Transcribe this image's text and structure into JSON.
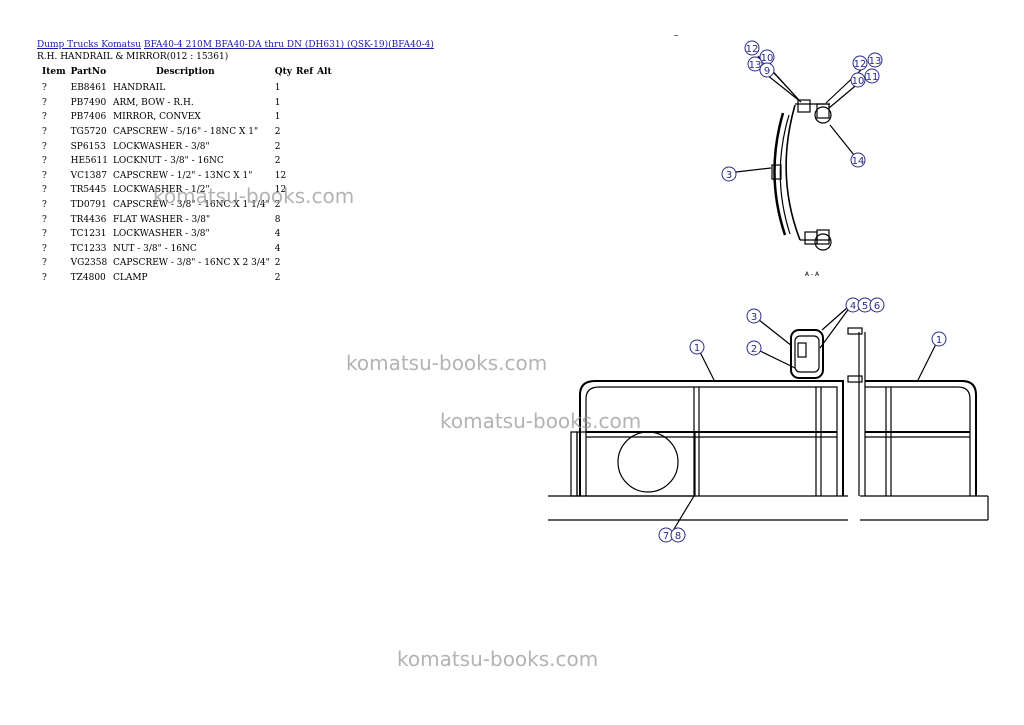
{
  "breadcrumb": {
    "link1": "Dump Trucks Komatsu",
    "link2": "BFA40-4 210M BFA40-DA thru DN (DH631) (QSK-19)(BFA40-4)"
  },
  "subtitle": "R.H. HANDRAIL & MIRROR(012 : 15361)",
  "dash": "–",
  "table": {
    "headers": [
      "Item",
      "PartNo",
      "Description",
      "Qty",
      "Ref",
      "Alt"
    ],
    "rows": [
      {
        "item": "?",
        "part": "EB8461",
        "desc": "HANDRAIL",
        "qty": "1"
      },
      {
        "item": "?",
        "part": "PB7490",
        "desc": "ARM, BOW - R.H.",
        "qty": "1"
      },
      {
        "item": "?",
        "part": "PB7406",
        "desc": "MIRROR, CONVEX",
        "qty": "1"
      },
      {
        "item": "?",
        "part": "TG5720",
        "desc": "CAPSCREW - 5/16\" - 18NC X 1\"",
        "qty": "2"
      },
      {
        "item": "?",
        "part": "SP6153",
        "desc": "LOCKWASHER - 3/8\"",
        "qty": "2"
      },
      {
        "item": "?",
        "part": "HE5611",
        "desc": "LOCKNUT - 3/8\" - 16NC",
        "qty": "2"
      },
      {
        "item": "?",
        "part": "VC1387",
        "desc": "CAPSCREW - 1/2\" - 13NC X 1\"",
        "qty": "12"
      },
      {
        "item": "?",
        "part": "TR5445",
        "desc": "LOCKWASHER - 1/2\"",
        "qty": "12"
      },
      {
        "item": "?",
        "part": "TD0791",
        "desc": "CAPSCREW - 3/8\" - 16NC X 1 1/4\"",
        "qty": "2"
      },
      {
        "item": "?",
        "part": "TR4436",
        "desc": "FLAT WASHER - 3/8\"",
        "qty": "8"
      },
      {
        "item": "?",
        "part": "TC1231",
        "desc": "LOCKWASHER - 3/8\"",
        "qty": "4"
      },
      {
        "item": "?",
        "part": "TC1233",
        "desc": "NUT - 3/8\" - 16NC",
        "qty": "4"
      },
      {
        "item": "?",
        "part": "VG2358",
        "desc": "CAPSCREW - 3/8\" - 16NC X 2 3/4\"",
        "qty": "2"
      },
      {
        "item": "?",
        "part": "TZ4800",
        "desc": "CLAMP",
        "qty": "2"
      }
    ]
  },
  "watermark": "komatsu-books.com",
  "diagram": {
    "section_label": "A - A",
    "callouts": [
      "12",
      "10",
      "13",
      "9",
      "12",
      "13",
      "10",
      "11",
      "14",
      "3",
      "4",
      "5",
      "6",
      "3",
      "1",
      "2",
      "1",
      "7",
      "8"
    ]
  }
}
